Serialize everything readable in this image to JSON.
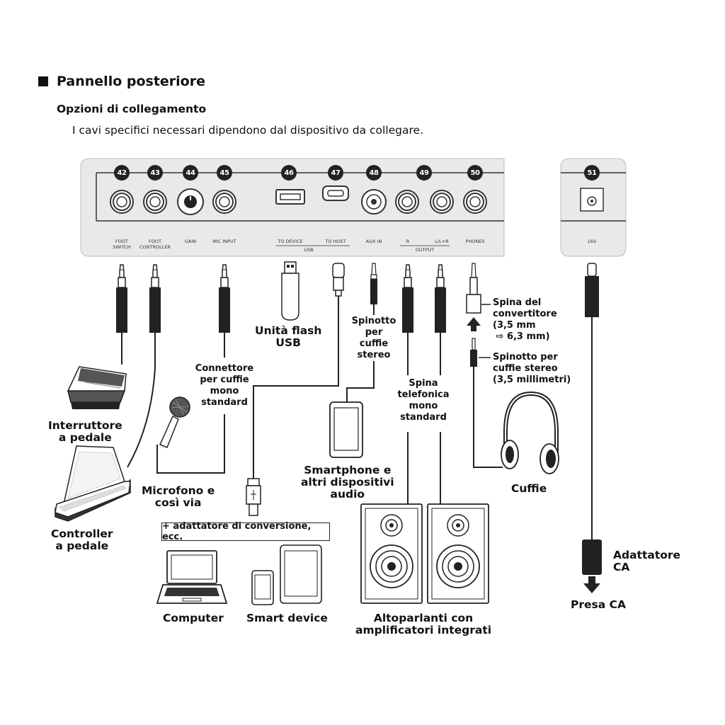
{
  "heading": "Pannello posteriore",
  "subheading": "Opzioni di collegamento",
  "description": "I cavi specifici necessari dipendono dal dispositivo da collegare.",
  "port_numbers": [
    "42",
    "43",
    "44",
    "45",
    "46",
    "47",
    "48",
    "49",
    "50",
    "51"
  ],
  "panel_labels": {
    "foot_switch": [
      "FOOT",
      "SWITCH"
    ],
    "foot_controller": [
      "FOOT",
      "CONTROLLER"
    ],
    "gain": "GAIN",
    "mic_input": "MIC INPUT",
    "to_device": "TO DEVICE",
    "to_host": "TO HOST",
    "usb": "USB",
    "aux_in": "AUX IN",
    "r": "R",
    "l_l_r": "L/L+R",
    "output": "OUTPUT",
    "phones": "PHONES",
    "dc_in": "16V"
  },
  "devices": {
    "foot_switch": [
      "Interruttore",
      "a pedale"
    ],
    "foot_controller": [
      "Controller",
      "a pedale"
    ],
    "microphone": [
      "Microfono e",
      "così via"
    ],
    "mono_phone_connector": [
      "Connettore",
      "per cuffie",
      "mono",
      "standard"
    ],
    "usb_flash": [
      "Unità flash",
      "USB"
    ],
    "stereo_mini_plug": [
      "Spinotto",
      "per",
      "cuffie",
      "stereo"
    ],
    "smartphone": [
      "Smartphone e",
      "altri dispositivi",
      "audio"
    ],
    "mono_phone_plug": [
      "Spina",
      "telefonica",
      "mono",
      "standard"
    ],
    "converter_plug": [
      "Spina del",
      "convertitore",
      "(3,5 mm",
      "⇨ 6,3 mm)"
    ],
    "stereo_plug_35": [
      "Spinotto per",
      "cuffie stereo",
      "(3,5 millimetri)"
    ],
    "headphones": "Cuffie",
    "adapter_note": "+ adattatore di conversione, ecc.",
    "computer": "Computer",
    "smart_device": "Smart device",
    "speakers": [
      "Altoparlanti con",
      "amplificatori integrati"
    ],
    "ac_adapter": [
      "Adattatore",
      "CA"
    ],
    "ac_outlet": "Presa CA"
  }
}
